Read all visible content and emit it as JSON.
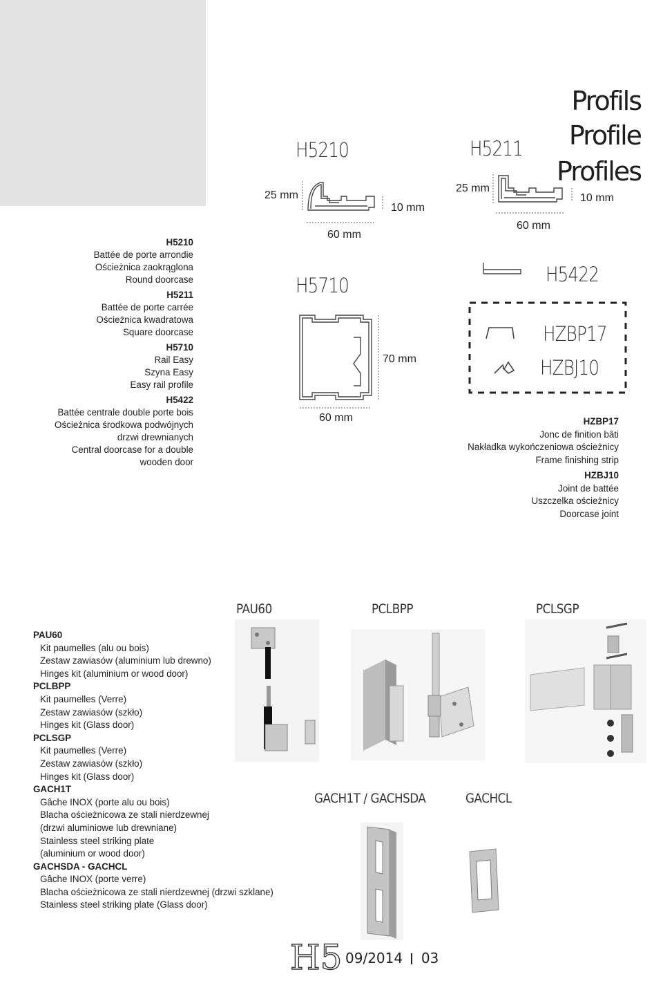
{
  "title": {
    "lines": [
      "Profils",
      "Profile",
      "Profiles"
    ]
  },
  "profiles_top": {
    "h5210": {
      "code": "H5210",
      "dim_height": "25 mm",
      "dim_lip": "10 mm",
      "dim_width": "60 mm"
    },
    "h5211": {
      "code": "H5211",
      "dim_height": "25 mm",
      "dim_lip": "10 mm",
      "dim_width": "60 mm"
    },
    "h5710": {
      "code": "H5710",
      "dim_height": "70 mm",
      "dim_width": "60 mm"
    },
    "h5422": {
      "code": "H5422"
    },
    "hzbp17": {
      "code": "HZBP17"
    },
    "hzbj10": {
      "code": "HZBJ10"
    }
  },
  "left_descriptions": [
    {
      "code": "H5210",
      "lines": [
        "Battée de porte arrondie",
        "Ościeżnica zaokrąglona",
        "Round doorcase"
      ]
    },
    {
      "code": "H5211",
      "lines": [
        "Battée de porte carrée",
        "Ościeżnica kwadratowa",
        "Square doorcase"
      ]
    },
    {
      "code": "H5710",
      "lines": [
        "Rail Easy",
        "Szyna Easy",
        "Easy rail profile"
      ]
    },
    {
      "code": "H5422",
      "lines": [
        "Battée centrale double porte bois",
        "Ościeżnica środkowa podwójnych",
        "drzwi drewnianych",
        "Central doorcase for a double",
        "wooden door"
      ]
    }
  ],
  "right_descriptions": [
    {
      "code": "HZBP17",
      "lines": [
        "Jonc de finition bâti",
        "Nakładka wykończeniowa ościeżnicy",
        "Frame finishing strip"
      ]
    },
    {
      "code": "HZBJ10",
      "lines": [
        "Joint de battée",
        "Uszczelka ościeżnicy",
        "Doorcase joint"
      ]
    }
  ],
  "kits_labels": {
    "pau60": "PAU60",
    "pclbpp": "PCLBPP",
    "pclsgp": "PCLSGP",
    "gach": "GACH1T / GACHSDA",
    "gachcl": "GACHCL"
  },
  "kits": [
    {
      "code": "PAU60",
      "lines": [
        "Kit paumelles (alu ou bois)",
        "Zestaw zawiasów (aluminium lub drewno)",
        "Hinges kit (aluminium or wood door)"
      ]
    },
    {
      "code": "PCLBPP",
      "lines": [
        "Kit paumelles (Verre)",
        "Zestaw zawiasów (szkło)",
        "Hinges kit (Glass door)"
      ]
    },
    {
      "code": "PCLSGP",
      "lines": [
        "Kit paumelles (Verre)",
        "Zestaw zawiasów (szkło)",
        "Hinges kit (Glass door)"
      ]
    },
    {
      "code": "GACH1T",
      "lines": [
        "Gâche INOX (porte alu ou bois)",
        "Blacha ościeżnicowa  ze stali nierdzewnej",
        "(drzwi aluminiowe lub drewniane)",
        "Stainless steel striking plate",
        "(aluminium or wood door)"
      ]
    },
    {
      "code": "GACHSDA - GACHCL",
      "lines": [
        "Gâche INOX (porte verre)",
        "Blacha ościeżnicowa ze stali nierdzewnej (drzwi szklane)",
        "Stainless steel striking plate (Glass door)"
      ]
    }
  ],
  "footer": {
    "logo": "H5",
    "date": "09/2014",
    "page": "03"
  }
}
